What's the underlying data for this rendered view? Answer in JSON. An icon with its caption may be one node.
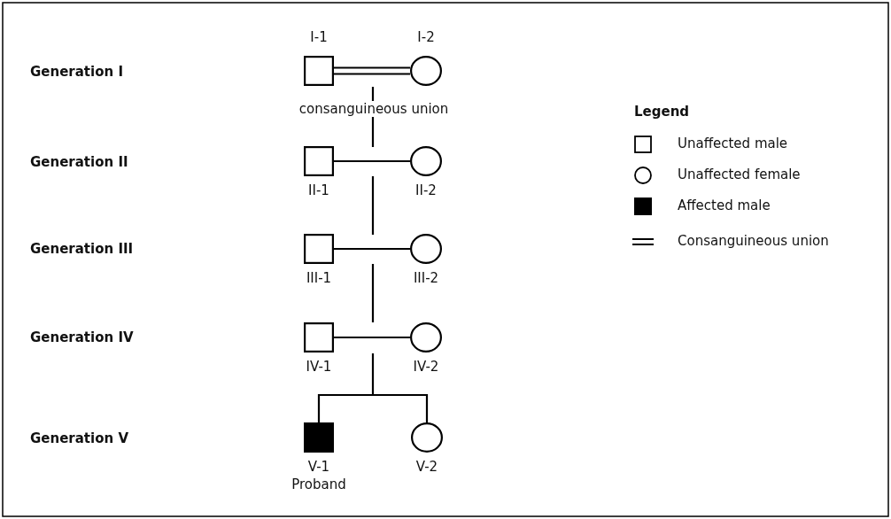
{
  "diagram": {
    "nodes": [
      {
        "text": [],
        "shape": "square",
        "beside": [
          "I-1"
        ]
      },
      {
        "text": [],
        "shape": "circle",
        "beside": [
          "I-2"
        ]
      },
      {
        "text": [],
        "shape": "square",
        "beside": [
          "II-1"
        ]
      },
      {
        "text": [],
        "shape": "circle",
        "beside": [
          "II-2"
        ]
      },
      {
        "text": [],
        "shape": "square",
        "beside": [
          "III-1"
        ]
      },
      {
        "text": [],
        "shape": "circle",
        "beside": [
          "III-2"
        ]
      },
      {
        "text": [],
        "shape": "square",
        "beside": [
          "IV-1"
        ]
      },
      {
        "text": [],
        "shape": "circle",
        "beside": [
          "IV-2"
        ]
      },
      {
        "text": [],
        "shape": "block",
        "beside": [
          "V-1",
          "Proband"
        ]
      },
      {
        "text": [],
        "shape": "circle",
        "beside": [
          "V-2"
        ]
      }
    ],
    "edges": [
      {
        "from": 0,
        "to": 1,
        "arrow": "none",
        "label": "consanguineous union"
      },
      {
        "from": 2,
        "to": 3,
        "arrow": "none"
      },
      {
        "from": 4,
        "to": 5,
        "arrow": "none"
      },
      {
        "from": 6,
        "to": 7,
        "arrow": "none"
      },
      {
        "from": null,
        "to": 8,
        "arrow": "none"
      },
      {
        "from": null,
        "to": 9,
        "arrow": "none"
      }
    ],
    "labels": [
      "Generation I",
      "Generation II",
      "Generation III",
      "Generation IV",
      "Generation V",
      "Legend"
    ],
    "legend": [
      {
        "text": "Unaffected male"
      },
      {
        "text": "Unaffected female"
      },
      {
        "text": "Affected male"
      },
      {
        "text": "Consanguineous union"
      }
    ]
  }
}
